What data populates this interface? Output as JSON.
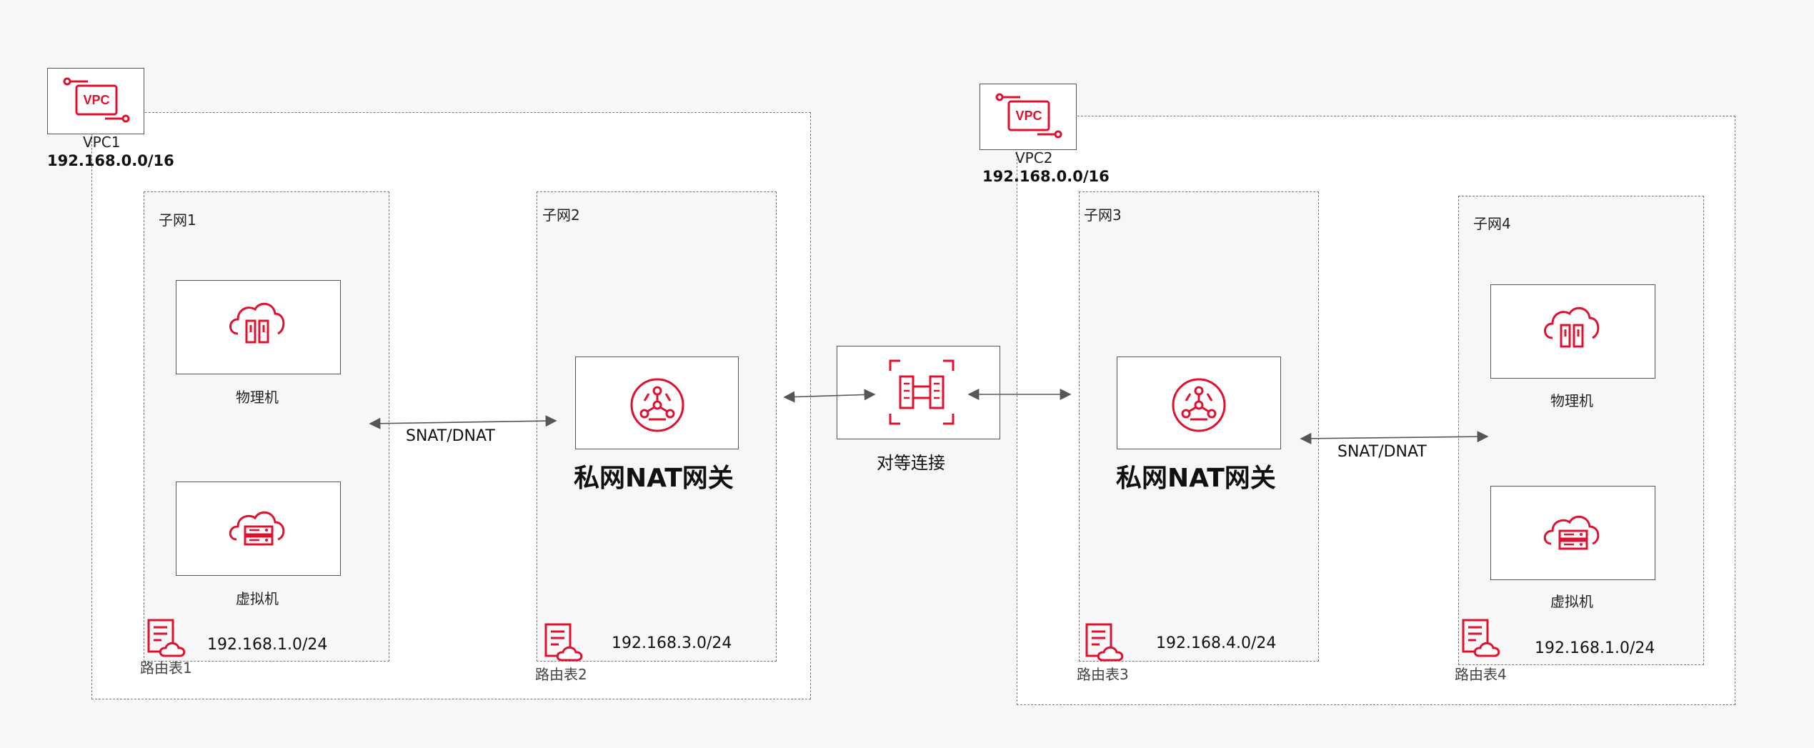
{
  "vpcs": [
    {
      "name": "VPC1",
      "cidr": "192.168.0.0/16",
      "icon_text": "VPC"
    },
    {
      "name": "VPC2",
      "cidr": "192.168.0.0/16",
      "icon_text": "VPC"
    }
  ],
  "subnets": [
    {
      "name": "子网1",
      "cidr": "192.168.1.0/24",
      "route_table": "路由表1"
    },
    {
      "name": "子网2",
      "cidr": "192.168.3.0/24",
      "route_table": "路由表2"
    },
    {
      "name": "子网3",
      "cidr": "192.168.4.0/24",
      "route_table": "路由表3"
    },
    {
      "name": "子网4",
      "cidr": "192.168.1.0/24",
      "route_table": "路由表4"
    }
  ],
  "nodes": {
    "physical": "物理机",
    "virtual": "虚拟机",
    "nat_gateway": "私网NAT网关",
    "peering": "对等连接"
  },
  "links": {
    "left": "SNAT/DNAT",
    "right": "SNAT/DNAT"
  },
  "colors": {
    "accent": "#e0102f",
    "line": "#555555"
  }
}
